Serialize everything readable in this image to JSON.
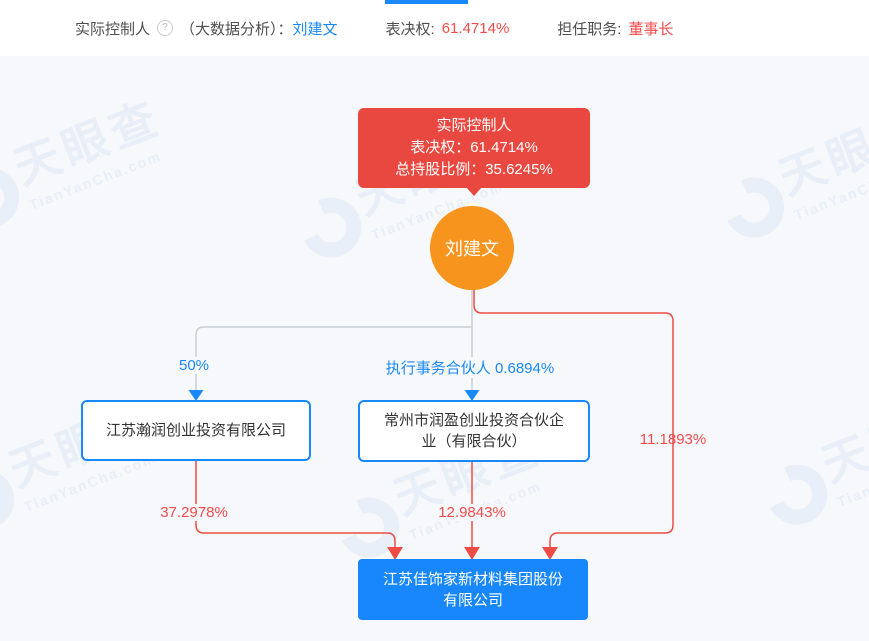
{
  "header": {
    "controller_label": "实际控制人",
    "help_glyph": "?",
    "analysis_label": "（大数据分析）：",
    "controller_name": "刘建文",
    "voting_label": "表决权:",
    "voting_value": "61.4714%",
    "position_label": "担任职务:",
    "position_value": "董事长"
  },
  "nodes": {
    "controller_card": {
      "title": "实际控制人",
      "voting": "表决权：61.4714%",
      "total_share": "总持股比例：35.6245%"
    },
    "person": {
      "name": "刘建文"
    },
    "company_left": {
      "name": "江苏瀚润创业投资有限公司"
    },
    "company_middle": {
      "name": "常州市润盈创业投资合伙企业（有限合伙）"
    },
    "company_bottom": {
      "name": "江苏佳饰家新材料集团股份有限公司"
    }
  },
  "edges": {
    "person_to_left": "50%",
    "person_to_middle": "执行事务合伙人 0.6894%",
    "person_to_bottom": "11.1893%",
    "left_to_bottom": "37.2978%",
    "middle_to_bottom": "12.9843%"
  },
  "watermark": {
    "text": "天眼查",
    "sub": "TianYanCha.com"
  },
  "colors": {
    "accent_blue": "#1989fa",
    "value_red": "#f34b4b",
    "red": "#e8483f",
    "line_red": "#ee4c45",
    "orange": "#f7941e",
    "line_gray": "#c9ced6",
    "bg": "#f6f8fb",
    "bottom_blue": "#1787fb",
    "watermark": "#e9eff8"
  }
}
